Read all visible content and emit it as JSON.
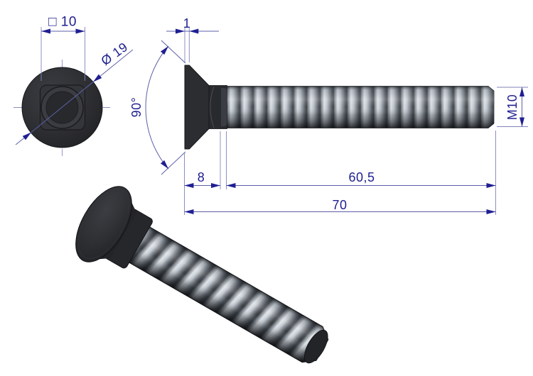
{
  "drawing": {
    "kind": "technical-drawing",
    "subject": "countersunk square-neck plow bolt",
    "background": "#ffffff"
  },
  "labels": {
    "front_view": {
      "square_width": "□ 10",
      "head_diameter": "Ø 19"
    },
    "side_view": {
      "edge_thickness": "1",
      "countersink_angle": "90°",
      "thread_designation": "M10",
      "head_length": "8",
      "thread_length": "60,5",
      "total_length": "70"
    }
  },
  "colors": {
    "dimension_text": "#1e1e90",
    "dimension_line": "#5d61a8",
    "extension_line": "#8184bb",
    "bolt_body_dark": "#2c2d31",
    "thread_highlight": "#d9dee4",
    "thread_shadow": "#33373c"
  }
}
